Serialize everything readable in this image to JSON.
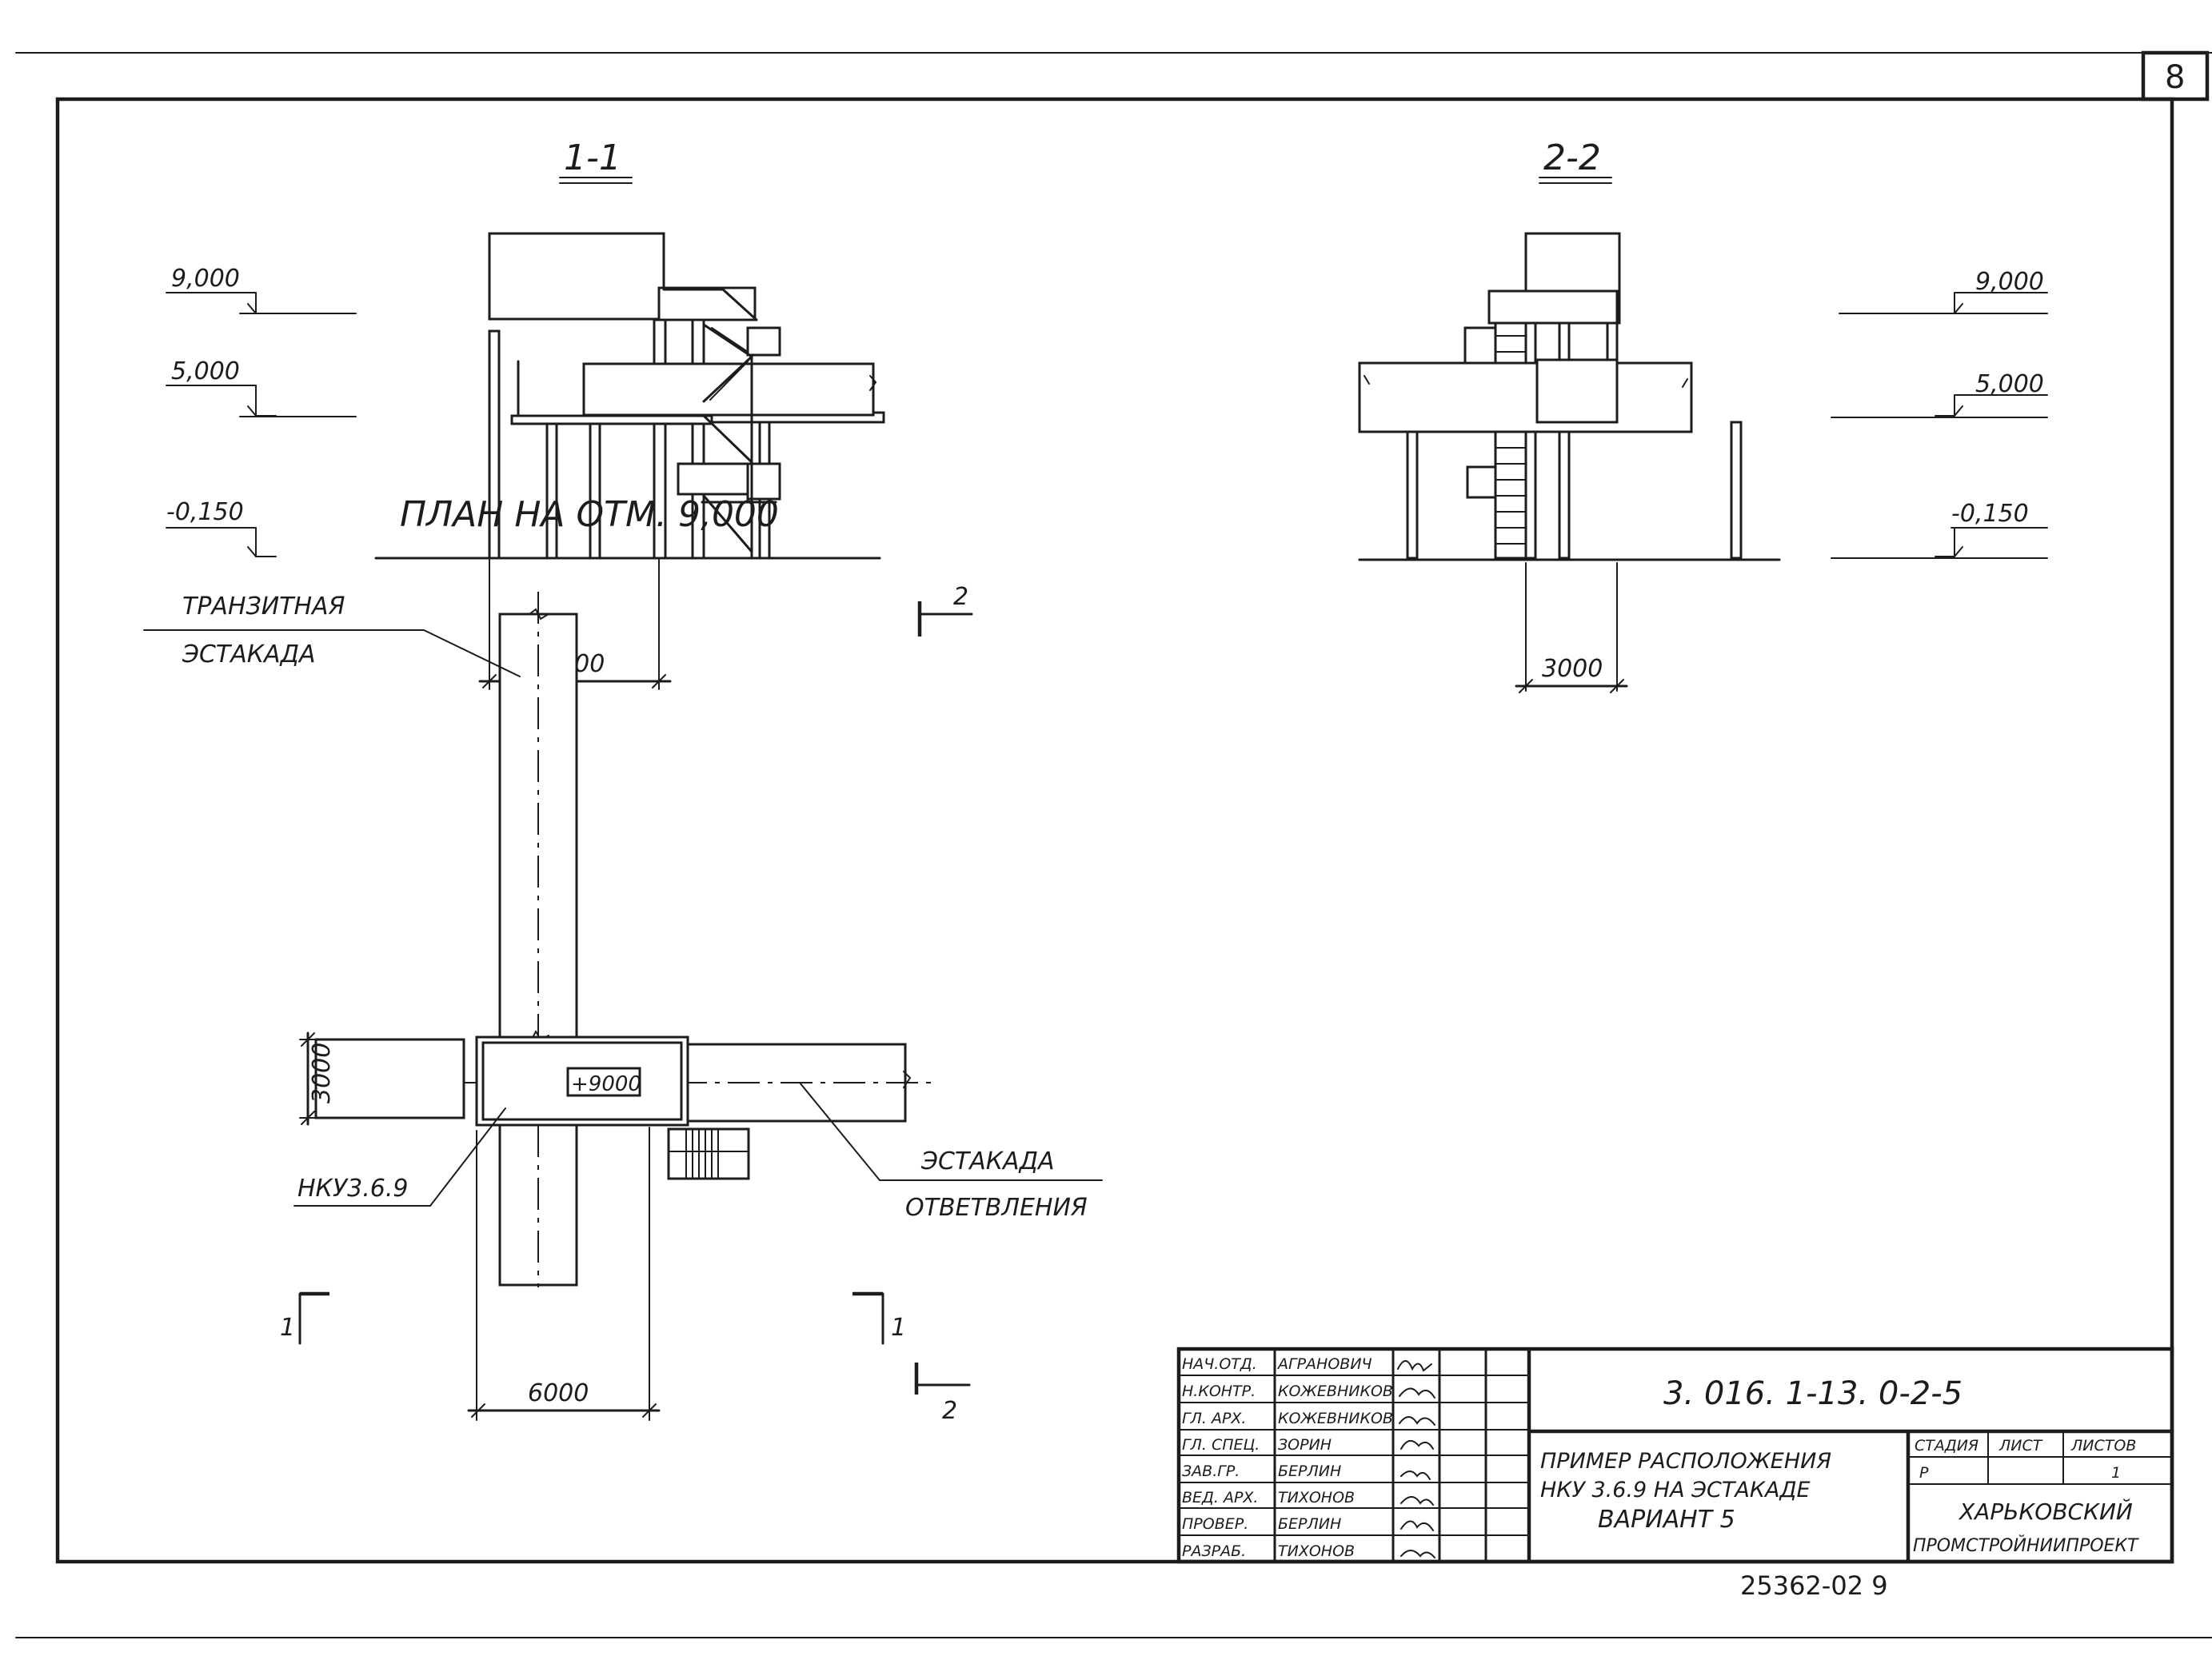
{
  "sheet_number": "8",
  "sections": {
    "s1": {
      "title": "1-1",
      "dim_width": "6000"
    },
    "s2": {
      "title": "2-2",
      "dim_width": "3000"
    }
  },
  "levels": {
    "top": "9,000",
    "mid": "5,000",
    "ground": "-0,150"
  },
  "plan": {
    "title": "ПЛАН НА ОТМ. 9,000",
    "transit_line1": "ТРАНЗИТНАЯ",
    "transit_line2": "ЭСТАКАДА",
    "branch_line1": "ЭСТАКАДА",
    "branch_line2": "ОТВЕТВЛЕНИЯ",
    "unit_label": "НКУ3.6.9",
    "elevation_tag": "+9000",
    "dim_vertical": "3000",
    "dim_horizontal": "6000",
    "cut_1a": "1",
    "cut_1b": "1",
    "cut_2a": "2",
    "cut_2b": "2"
  },
  "title_block": {
    "doc_code": "3. 016. 1-13. 0-2-5",
    "title_l1": "ПРИМЕР РАСПОЛОЖЕНИЯ",
    "title_l2": "НКУ 3.6.9 НА ЭСТАКАДЕ",
    "title_l3": "ВАРИАНТ 5",
    "col_stage": "СТАДИЯ",
    "col_sheet": "ЛИСТ",
    "col_sheets": "ЛИСТОВ",
    "val_stage": "Р",
    "val_sheets": "1",
    "org_l1": "ХАРЬКОВСКИЙ",
    "org_l2": "ПРОМСТРОЙНИИПРОЕКТ",
    "roles": [
      "НАЧ.ОТД.",
      "Н.КОНТР.",
      "ГЛ. АРХ.",
      "ГЛ. СПЕЦ.",
      "ЗАВ.ГР.",
      "ВЕД. АРХ.",
      "ПРОВЕР.",
      "РАЗРАБ."
    ],
    "names": [
      "АГРАНОВИЧ",
      "КОЖЕВНИКОВ",
      "КОЖЕВНИКОВ",
      "ЗОРИН",
      "БЕРЛИН",
      "ТИХОНОВ",
      "БЕРЛИН",
      "ТИХОНОВ"
    ],
    "archive_no": "25362-02   9"
  }
}
